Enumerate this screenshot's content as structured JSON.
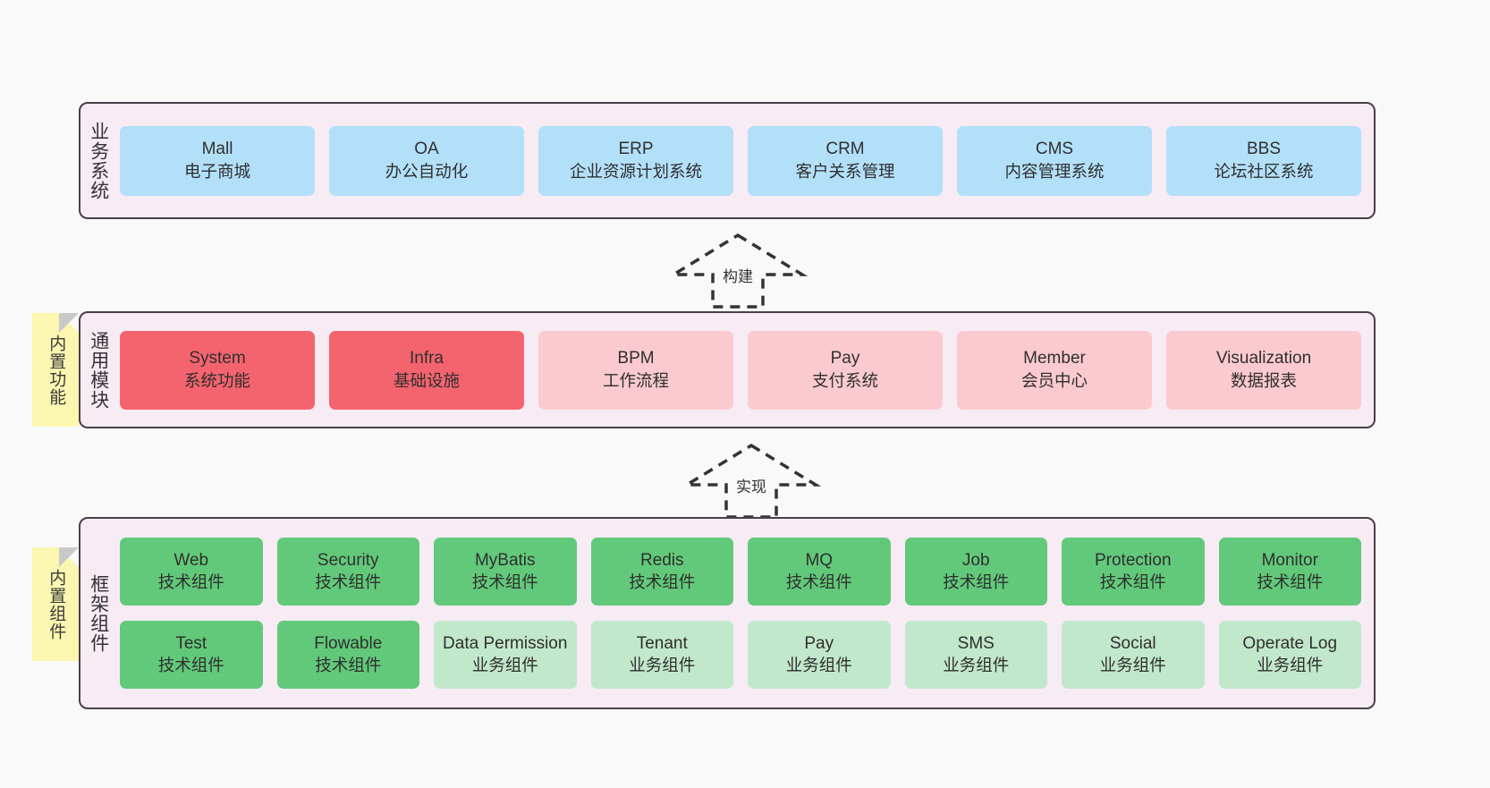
{
  "page": {
    "background": "#f9f9f9",
    "panel_bg": "#f7ebf4",
    "panel_border": "#4a3f49"
  },
  "palette": {
    "blue": "#b3e0f9",
    "red_strong": "#f4646e",
    "red_light": "#fbcad0",
    "green_strong": "#62c97a",
    "green_light": "#c2e8cb",
    "note_yellow": "#fbf7b0",
    "note_fold": "#c9c9c9"
  },
  "layers": {
    "business": {
      "title": "业务系统",
      "nodes": [
        {
          "en": "Mall",
          "cn": "电子商城"
        },
        {
          "en": "OA",
          "cn": "办公自动化"
        },
        {
          "en": "ERP",
          "cn": "企业资源计划系统"
        },
        {
          "en": "CRM",
          "cn": "客户关系管理"
        },
        {
          "en": "CMS",
          "cn": "内容管理系统"
        },
        {
          "en": "BBS",
          "cn": "论坛社区系统"
        }
      ]
    },
    "common": {
      "title": "通用模块",
      "note": "内置功能",
      "nodes": [
        {
          "en": "System",
          "cn": "系统功能",
          "tone": "strong"
        },
        {
          "en": "Infra",
          "cn": "基础设施",
          "tone": "strong"
        },
        {
          "en": "BPM",
          "cn": "工作流程",
          "tone": "light"
        },
        {
          "en": "Pay",
          "cn": "支付系统",
          "tone": "light"
        },
        {
          "en": "Member",
          "cn": "会员中心",
          "tone": "light"
        },
        {
          "en": "Visualization",
          "cn": "数据报表",
          "tone": "light"
        }
      ]
    },
    "framework": {
      "title": "框架组件",
      "note": "内置组件",
      "row_tech": [
        {
          "en": "Web",
          "cn": "技术组件"
        },
        {
          "en": "Security",
          "cn": "技术组件"
        },
        {
          "en": "MyBatis",
          "cn": "技术组件"
        },
        {
          "en": "Redis",
          "cn": "技术组件"
        },
        {
          "en": "MQ",
          "cn": "技术组件"
        },
        {
          "en": "Job",
          "cn": "技术组件"
        },
        {
          "en": "Protection",
          "cn": "技术组件"
        },
        {
          "en": "Monitor",
          "cn": "技术组件"
        }
      ],
      "row_biz": [
        {
          "en": "Test",
          "cn": "技术组件",
          "tone": "strong"
        },
        {
          "en": "Flowable",
          "cn": "技术组件",
          "tone": "strong"
        },
        {
          "en": "Data Permission",
          "cn": "业务组件",
          "tone": "light"
        },
        {
          "en": "Tenant",
          "cn": "业务组件",
          "tone": "light"
        },
        {
          "en": "Pay",
          "cn": "业务组件",
          "tone": "light"
        },
        {
          "en": "SMS",
          "cn": "业务组件",
          "tone": "light"
        },
        {
          "en": "Social",
          "cn": "业务组件",
          "tone": "light"
        },
        {
          "en": "Operate Log",
          "cn": "业务组件",
          "tone": "light"
        }
      ]
    }
  },
  "connectors": [
    {
      "label": "构建",
      "from": "common",
      "to": "business"
    },
    {
      "label": "实现",
      "from": "framework",
      "to": "common"
    }
  ]
}
